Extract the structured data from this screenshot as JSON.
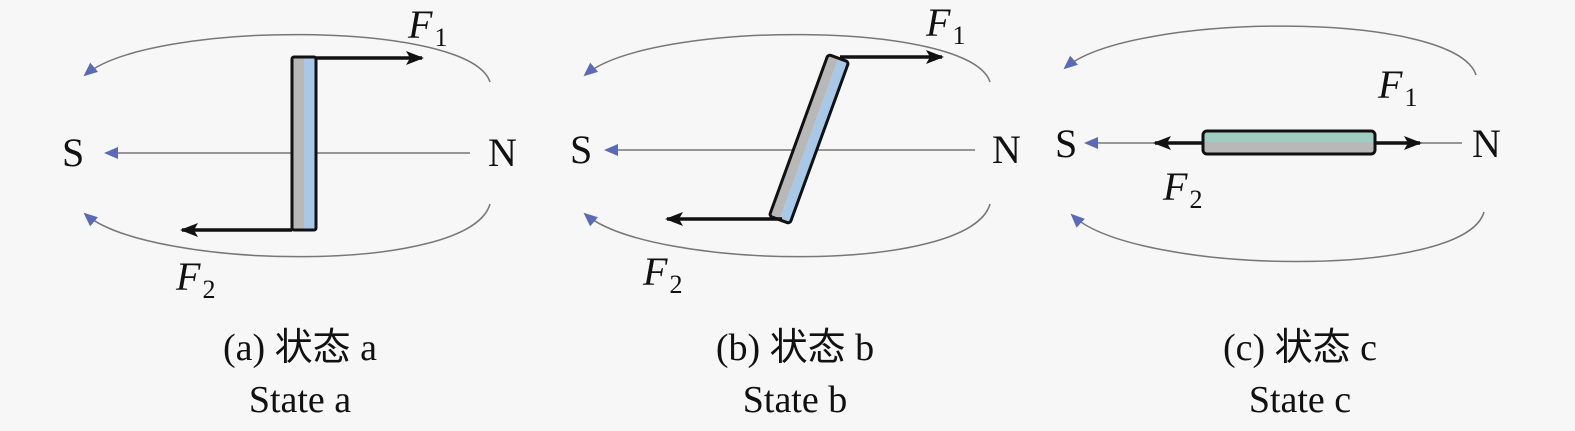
{
  "panels": [
    {
      "pole_s": "S",
      "pole_n": "N",
      "force1": "F",
      "force1_sub": "1",
      "force2": "F",
      "force2_sub": "2",
      "caption_cn": "(a) 状态 a",
      "caption_en": "State a"
    },
    {
      "pole_s": "S",
      "pole_n": "N",
      "force1": "F",
      "force1_sub": "1",
      "force2": "F",
      "force2_sub": "2",
      "caption_cn": "(b) 状态 b",
      "caption_en": "State b"
    },
    {
      "pole_s": "S",
      "pole_n": "N",
      "force1": "F",
      "force1_sub": "1",
      "force2": "F",
      "force2_sub": "2",
      "caption_cn": "(c) 状态 c",
      "caption_en": "State c"
    }
  ],
  "colors": {
    "field_arrow": "#5a5ab0",
    "field_arrow_blue": "#4a7fb0",
    "bar_gray": "#b8b8b8",
    "bar_blue": "#a7c8e6",
    "bar_green": "#9fcdbf"
  }
}
